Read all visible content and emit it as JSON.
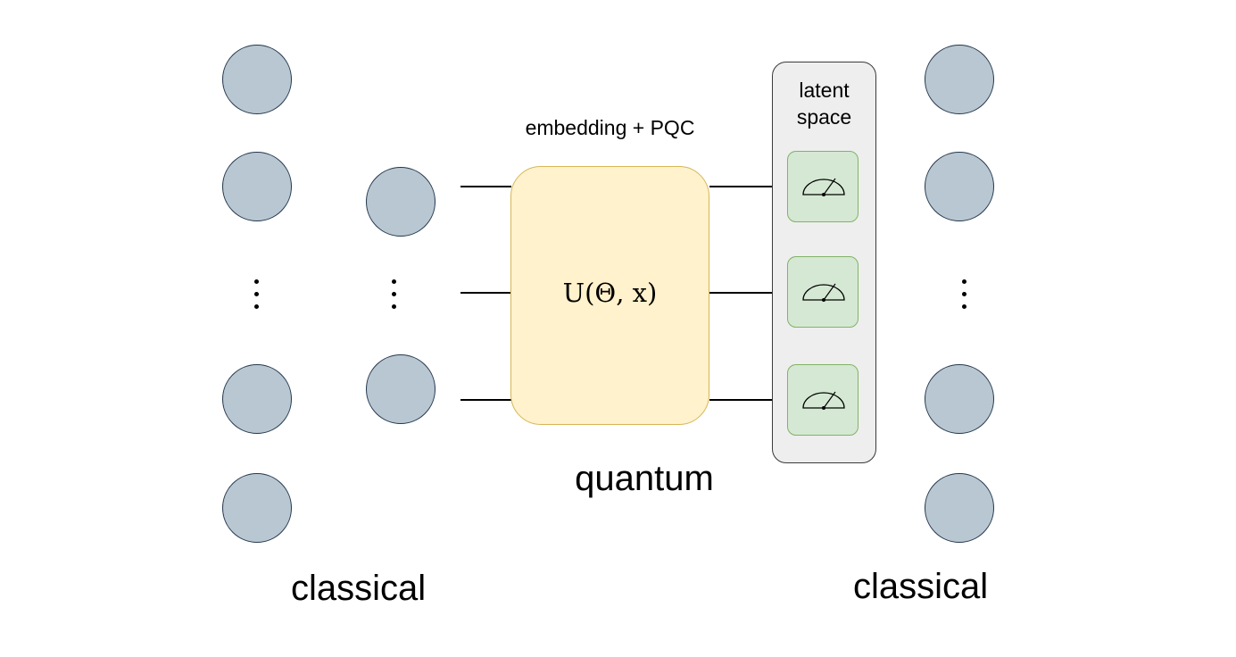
{
  "diagram": {
    "formula": "U(Θ, x)",
    "pqc_label": "embedding + PQC",
    "quantum_label": "quantum",
    "latent_label_line1": "latent",
    "latent_label_line2": "space",
    "classical_left_label": "classical",
    "classical_right_label": "classical",
    "meter_icon": "measurement-meter-icon",
    "colors": {
      "node_fill": "#b9c7d2",
      "node_stroke": "#23384d",
      "pqc_fill": "#fff2cc",
      "pqc_stroke": "#d6b656",
      "latent_fill": "#eeeeee",
      "meter_fill": "#d5e8d4",
      "meter_stroke": "#82b366"
    }
  }
}
